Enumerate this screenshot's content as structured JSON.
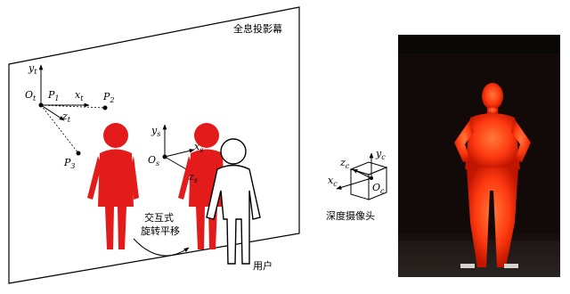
{
  "screen": {
    "label": "全息投影幕"
  },
  "hologram_axes": {
    "origin": "O",
    "origin_sub": "t",
    "x": "x",
    "x_sub": "t",
    "y": "y",
    "y_sub": "t",
    "z": "z",
    "z_sub": "t",
    "p1": "P",
    "p1_sub": "1",
    "p2": "P",
    "p2_sub": "2",
    "p3": "P",
    "p3_sub": "3"
  },
  "figure_axes": {
    "origin": "O",
    "origin_sub": "s",
    "x": "x",
    "x_sub": "s",
    "y": "y",
    "y_sub": "s",
    "z": "z",
    "z_sub": "s"
  },
  "rotation_label": {
    "line1": "交互式",
    "line2": "旋转平移"
  },
  "user_label": "用户",
  "camera": {
    "label": "深度摄像头",
    "origin": "O",
    "origin_sub": "c",
    "x": "x",
    "x_sub": "c",
    "y": "y",
    "y_sub": "c",
    "z": "z",
    "z_sub": "c"
  },
  "colors": {
    "figure_red": "#e31b1b",
    "photo_bg": "#0a0707",
    "hologram": "#ff4a1c"
  }
}
